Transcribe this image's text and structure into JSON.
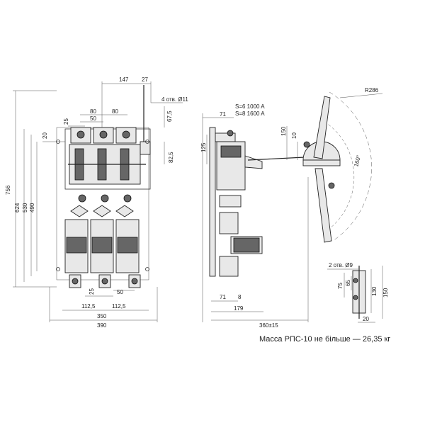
{
  "front_view": {
    "dims": {
      "d147": "147",
      "d27": "27",
      "holes_top": "4 отв. Ø11",
      "d80a": "80",
      "d80b": "80",
      "d25": "25",
      "d50": "50",
      "d67_5": "67,5",
      "d20": "20",
      "d82_5": "82,5",
      "d756": "756",
      "d624": "624",
      "d530": "530",
      "d490": "490",
      "d25b": "25",
      "d50b": "50",
      "d112_5a": "112,5",
      "d112_5b": "112,5",
      "d350": "350",
      "d390": "390"
    }
  },
  "side_view": {
    "dims": {
      "d71": "71",
      "s6": "S=6 1000 A",
      "s8": "S=8 1600 A",
      "d125": "125",
      "d150": "150",
      "d10": "10",
      "d71b": "71",
      "d8": "8",
      "d179": "179",
      "d360": "360±15"
    }
  },
  "handle_view": {
    "dims": {
      "r286": "R286",
      "angle": "160°"
    }
  },
  "detail_view": {
    "dims": {
      "holes": "2 отв. Ø9",
      "d75": "75",
      "d65": "65",
      "d130": "130",
      "d150": "150",
      "d20": "20"
    }
  },
  "mass_note": "Масса РПС-10 не більше — 26,35 кг"
}
